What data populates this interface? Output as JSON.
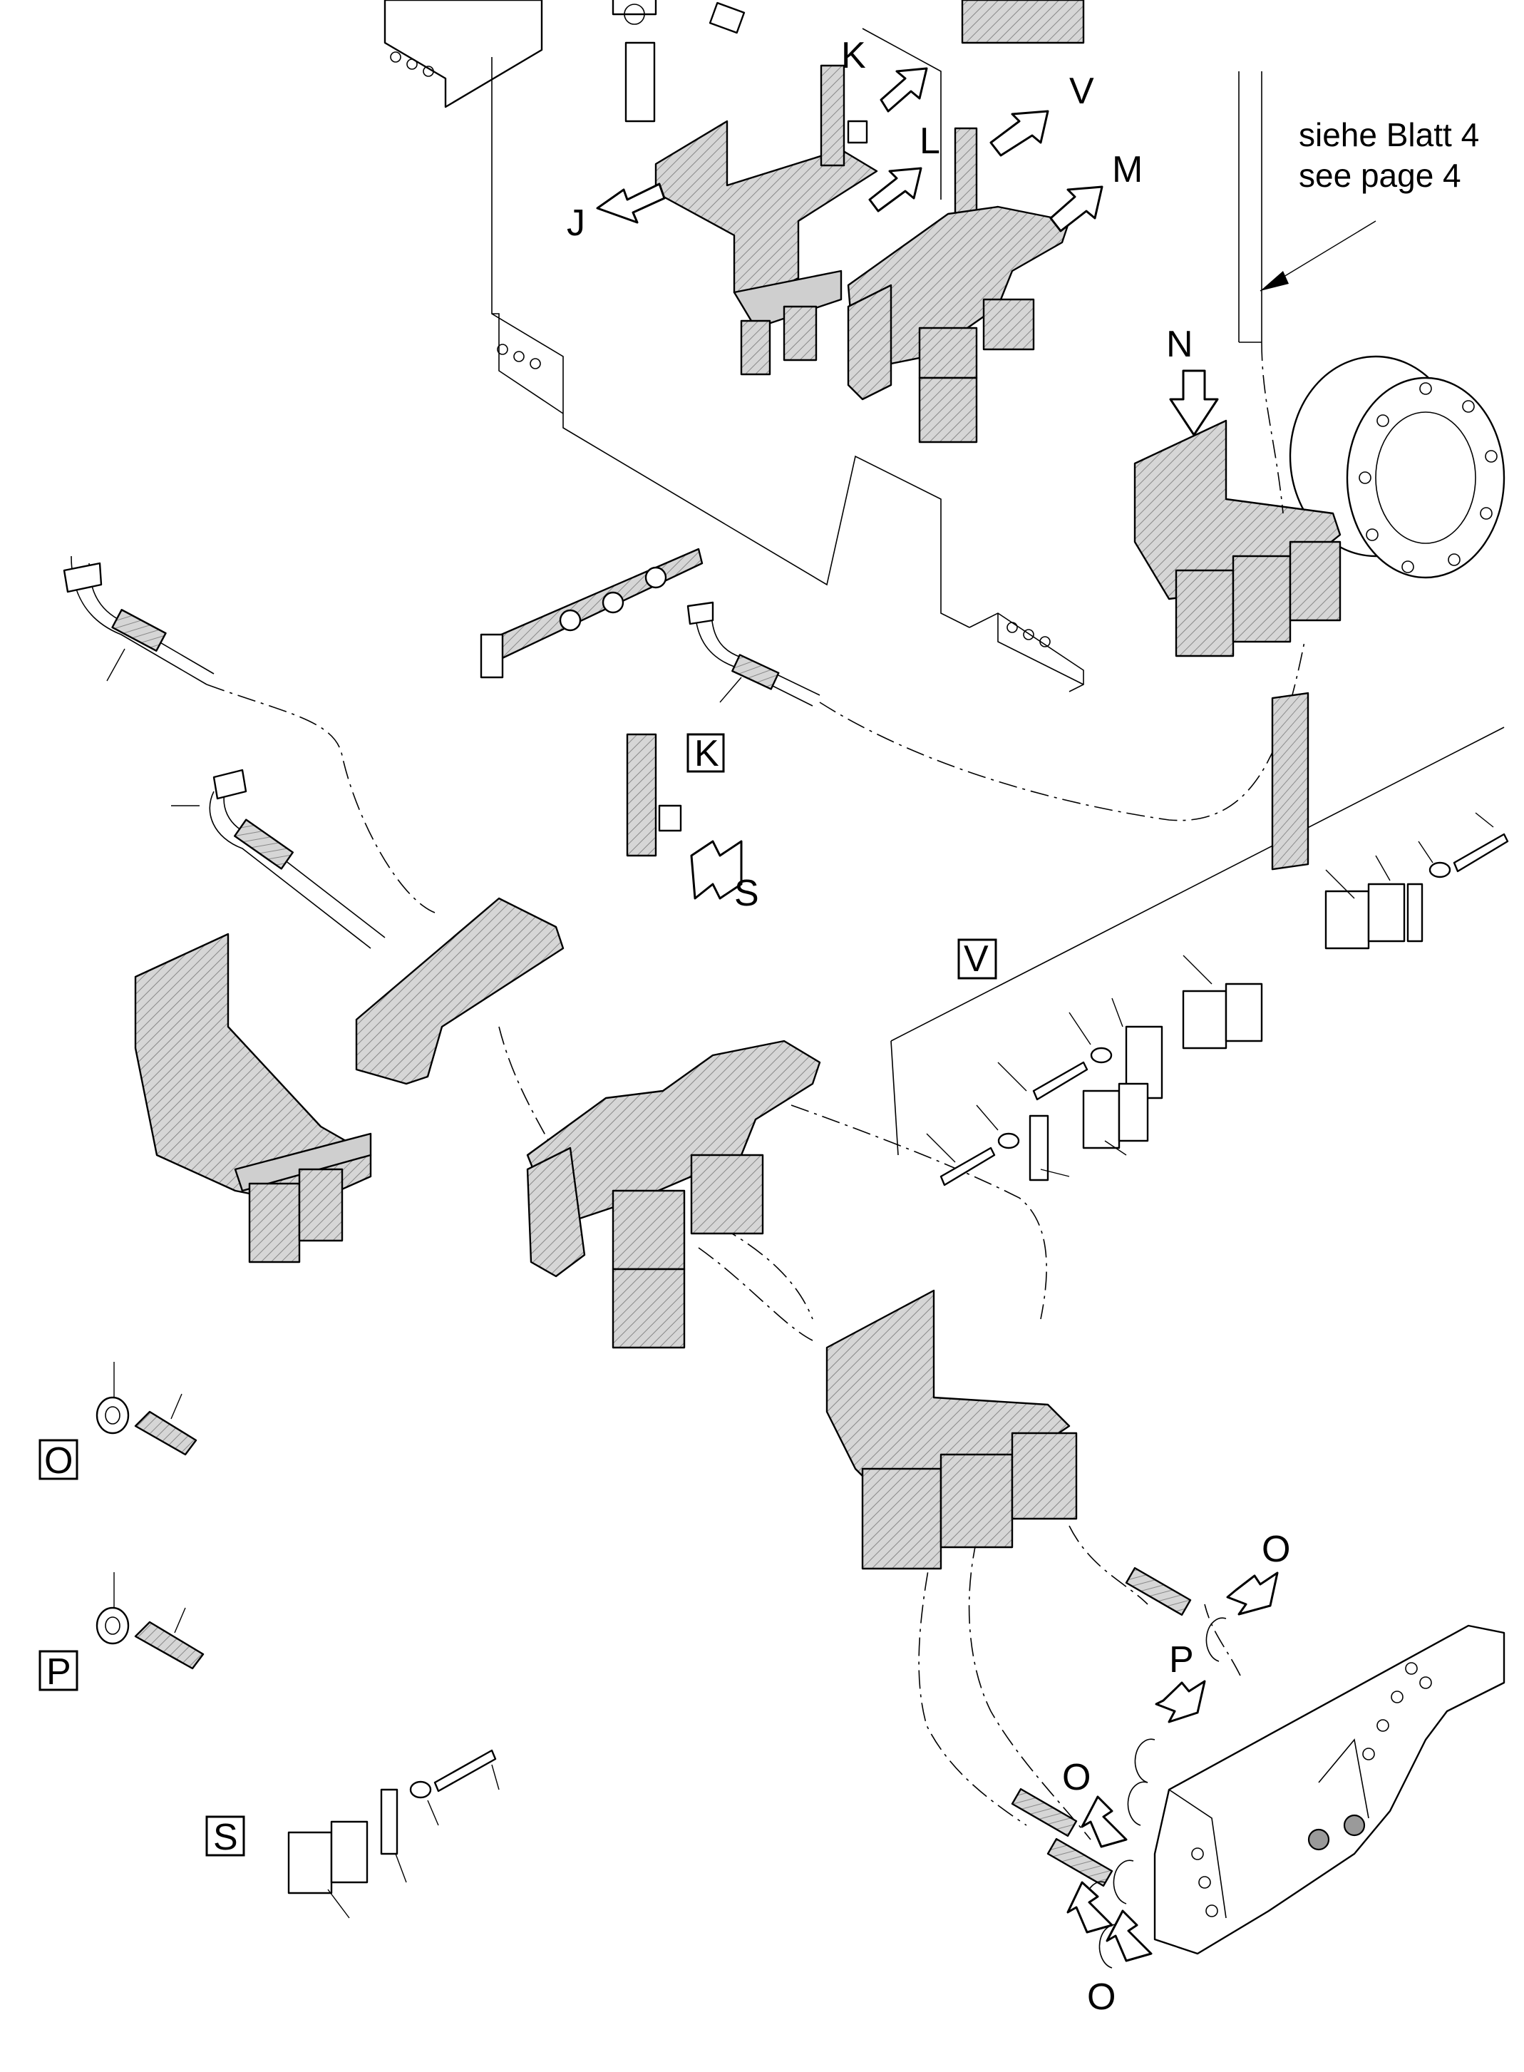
{
  "callouts": {
    "J": "J",
    "K": "K",
    "L": "L",
    "M": "M",
    "V": "V",
    "N": "N",
    "P_arrow": "P",
    "O_top": "O",
    "O_mid": "O",
    "O_bottom": "O",
    "S_arrow": "S"
  },
  "boxed_labels": {
    "K": "K",
    "V": "V",
    "O": "O",
    "P": "P",
    "S": "S"
  },
  "note": {
    "line1": "siehe Blatt 4",
    "line2": "see page 4"
  }
}
